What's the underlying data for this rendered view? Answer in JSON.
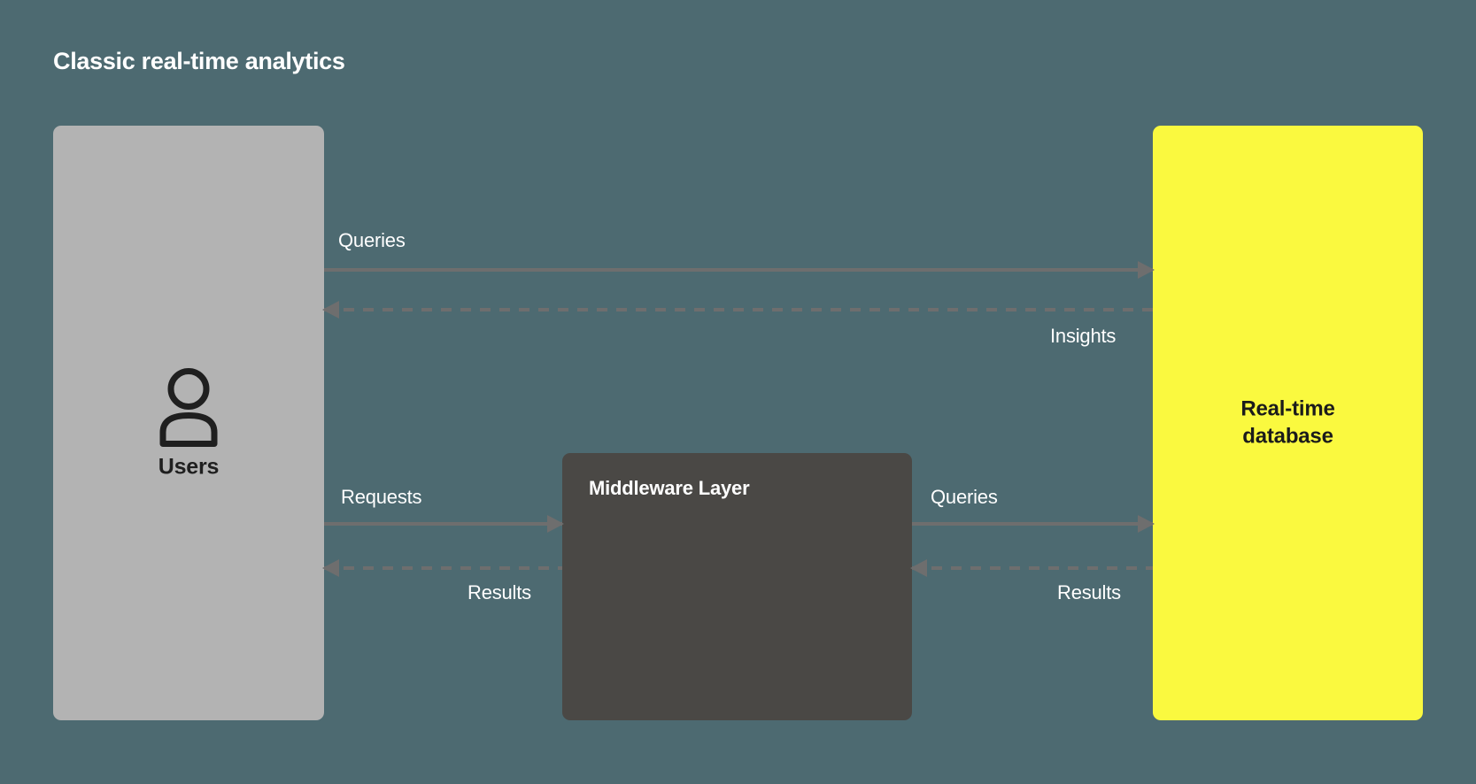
{
  "title": "Classic real-time analytics",
  "theme": {
    "background": "#4d6a71",
    "users_box": "#b3b3b3",
    "middleware_box": "#4a4845",
    "database_box": "#faf93f",
    "connector": "#6e6e6e",
    "label_text": "#ffffff"
  },
  "nodes": {
    "users": {
      "label": "Users",
      "icon": "user-icon"
    },
    "middleware": {
      "label": "Middleware Layer"
    },
    "database": {
      "label_line1": "Real-time",
      "label_line2": "database"
    }
  },
  "edges": [
    {
      "id": "queries-top",
      "label": "Queries",
      "from": "users",
      "to": "database",
      "direction": "right",
      "style": "solid"
    },
    {
      "id": "insights",
      "label": "Insights",
      "from": "database",
      "to": "users",
      "direction": "left",
      "style": "dashed"
    },
    {
      "id": "requests",
      "label": "Requests",
      "from": "users",
      "to": "middleware",
      "direction": "right",
      "style": "solid"
    },
    {
      "id": "results-left",
      "label": "Results",
      "from": "middleware",
      "to": "users",
      "direction": "left",
      "style": "dashed"
    },
    {
      "id": "queries-bottom",
      "label": "Queries",
      "from": "middleware",
      "to": "database",
      "direction": "right",
      "style": "solid"
    },
    {
      "id": "results-right",
      "label": "Results",
      "from": "database",
      "to": "middleware",
      "direction": "left",
      "style": "dashed"
    }
  ]
}
